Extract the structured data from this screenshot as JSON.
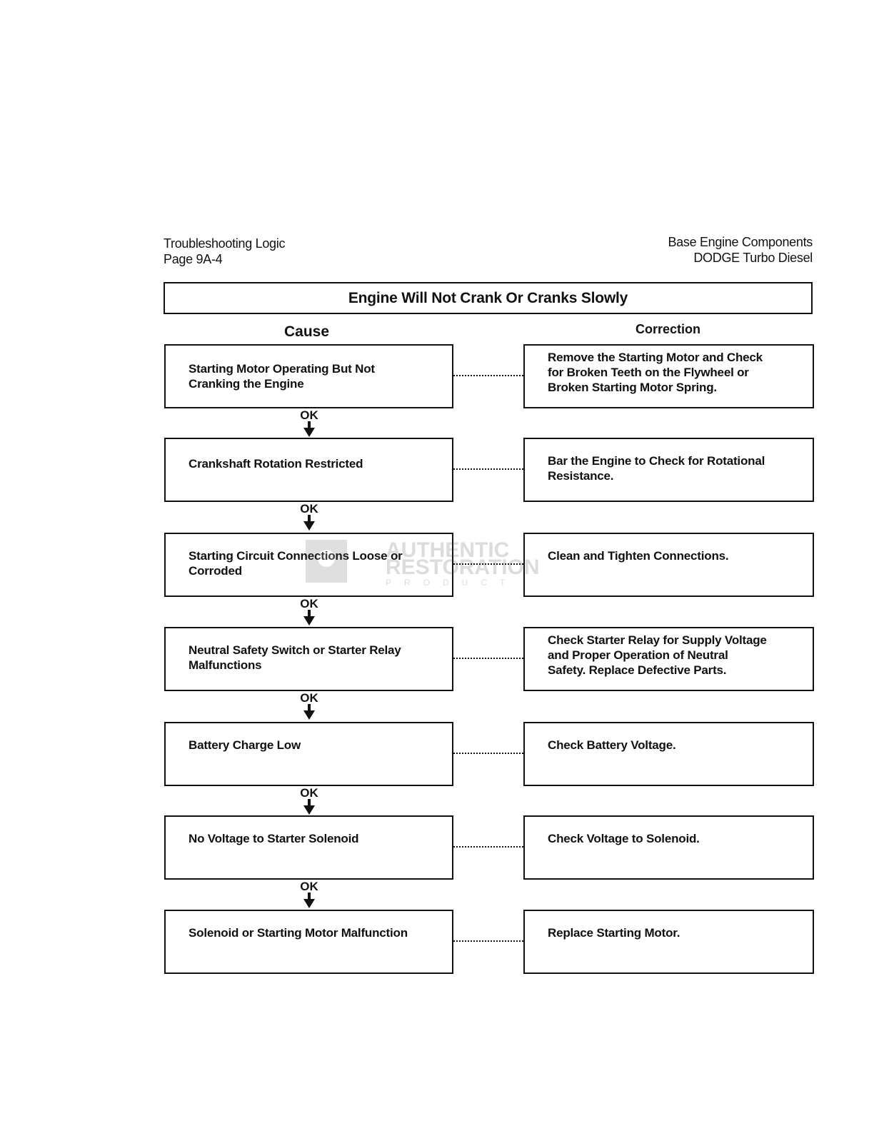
{
  "header": {
    "left_line1": "Troubleshooting Logic",
    "left_line2": "Page 9A-4",
    "right_line1": "Base Engine Components",
    "right_line2": "DODGE Turbo Diesel"
  },
  "diagram": {
    "title": "Engine Will Not Crank Or Cranks Slowly",
    "cause_heading": "Cause",
    "correction_heading": "Correction",
    "ok_label": "OK",
    "steps": [
      {
        "cause": "Starting Motor Operating But Not\nCranking the Engine",
        "correction": "Remove the Starting Motor and Check\nfor Broken Teeth on the Flywheel or\nBroken Starting Motor Spring."
      },
      {
        "cause": "Crankshaft Rotation Restricted",
        "correction": "Bar the Engine to Check for Rotational\nResistance."
      },
      {
        "cause": "Starting Circuit Connections Loose or\nCorroded",
        "correction": "Clean and Tighten Connections."
      },
      {
        "cause": "Neutral Safety Switch or Starter Relay\nMalfunctions",
        "correction": "Check Starter Relay for Supply Voltage\nand Proper Operation of Neutral\nSafety. Replace Defective Parts."
      },
      {
        "cause": "Battery Charge Low",
        "correction": "Check Battery Voltage."
      },
      {
        "cause": "No Voltage to Starter Solenoid",
        "correction": "Check Voltage to Solenoid."
      },
      {
        "cause": "Solenoid or Starting Motor Malfunction",
        "correction": "Replace Starting Motor."
      }
    ]
  },
  "watermark": {
    "line1": "AUTHENTIC",
    "line2": "RESTORATION",
    "line3": "PRODUCT"
  }
}
